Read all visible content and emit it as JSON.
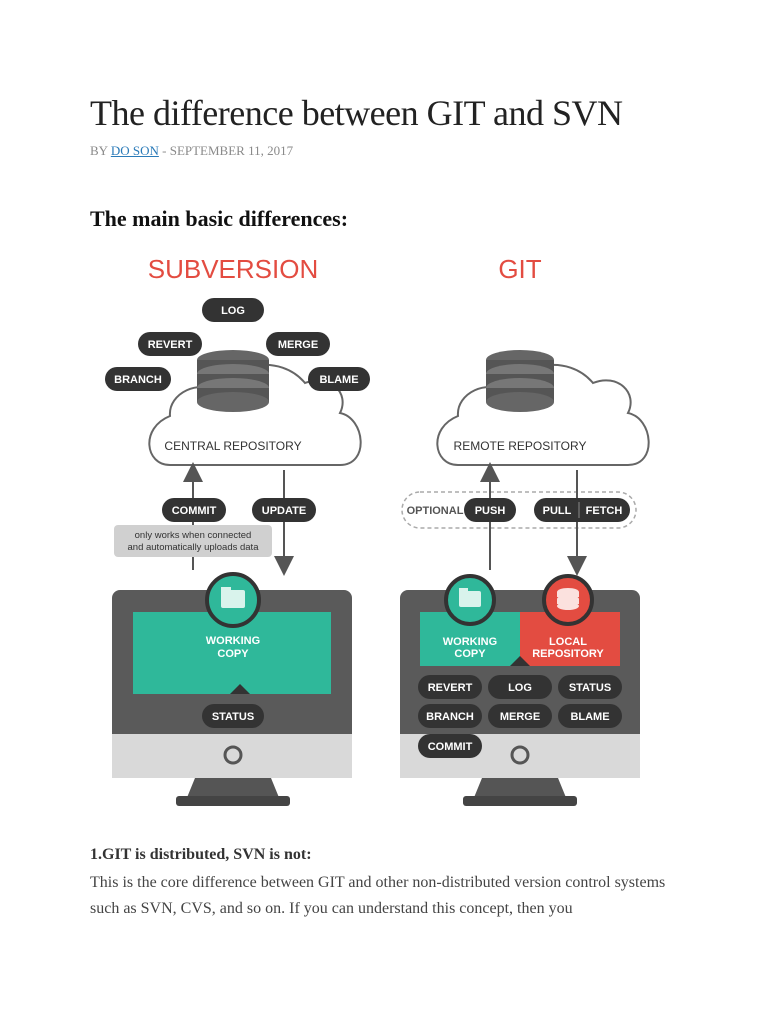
{
  "article": {
    "title": "The difference between GIT and SVN",
    "byline_prefix": "BY",
    "author": "DO SON",
    "date_sep": " - ",
    "date": "SEPTEMBER 11, 2017",
    "subhead": "The main basic differences:"
  },
  "figure": {
    "svn": {
      "title": "SUBVERSION",
      "repo_label": "CENTRAL REPOSITORY",
      "cloud_pills": [
        "LOG",
        "REVERT",
        "MERGE",
        "BRANCH",
        "BLAME"
      ],
      "commit_label": "COMMIT",
      "update_label": "UPDATE",
      "note_line1": "only works when connected",
      "note_line2": "and automatically uploads data",
      "working_line1": "WORKING",
      "working_line2": "COPY",
      "status_label": "STATUS"
    },
    "git": {
      "title": "GIT",
      "repo_label": "REMOTE REPOSITORY",
      "optional_label": "OPTIONAL",
      "push_label": "PUSH",
      "pull_label": "PULL",
      "fetch_label": "FETCH",
      "working_line1": "WORKING",
      "working_line2": "COPY",
      "local_line1": "LOCAL",
      "local_line2": "REPOSITORY",
      "monitor_pills": [
        "REVERT",
        "LOG",
        "STATUS",
        "BRANCH",
        "MERGE",
        "BLAME",
        "COMMIT"
      ]
    },
    "colors": {
      "red": "#e34c41",
      "green": "#2fb89a",
      "dark": "#2e2e2e",
      "pill": "#333333",
      "monitor": "#5a5a5a",
      "screen_base": "#d9d9d9"
    }
  },
  "section": {
    "heading": "1.GIT is distributed, SVN is not:",
    "paragraph": "This is the core difference between GIT and other non-distributed version control systems such as SVN, CVS, and so on. If you can understand this concept, then you"
  }
}
